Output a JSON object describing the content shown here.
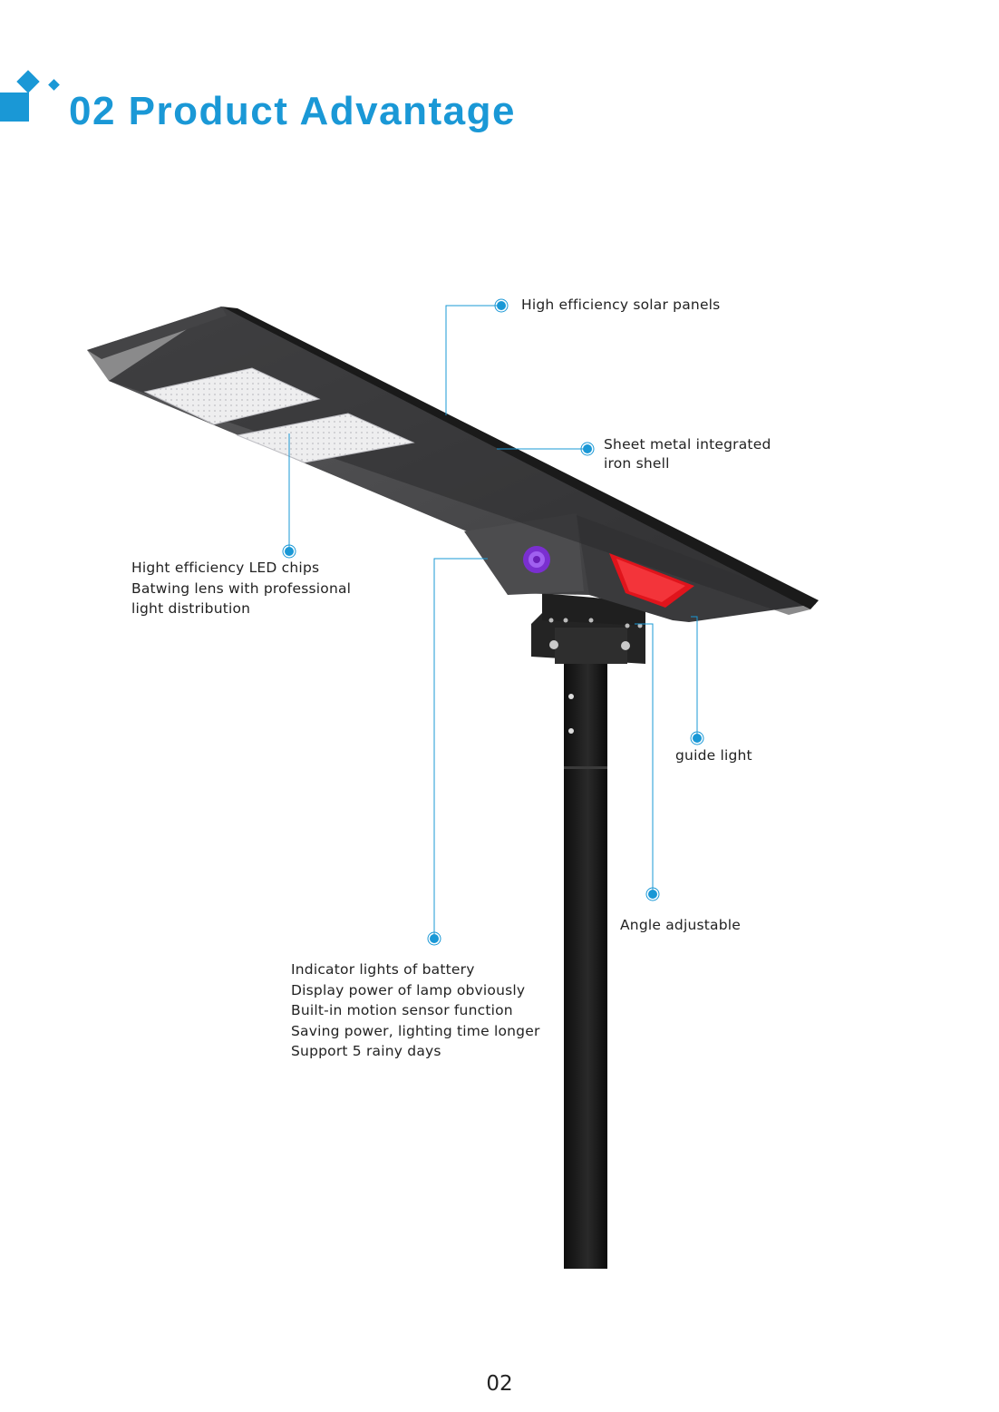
{
  "header": {
    "title": "02  Product Advantage",
    "accent_color": "#1a98d6",
    "logo_icon": "diamond-squares-icon"
  },
  "callouts": {
    "solar_panels": {
      "lines": [
        "High efficiency solar panels"
      ]
    },
    "iron_shell": {
      "lines": [
        "Sheet metal integrated",
        "iron shell"
      ]
    },
    "led_chips": {
      "lines": [
        "Hight efficiency LED chips",
        "Batwing lens with professional",
        "light distribution"
      ]
    },
    "guide_light": {
      "lines": [
        "guide light"
      ]
    },
    "angle": {
      "lines": [
        "Angle adjustable"
      ]
    },
    "battery": {
      "lines": [
        "Indicator lights of battery",
        "Display power of lamp obviously",
        "Built-in motion sensor function",
        "Saving power, lighting time longer",
        "Support 5 rainy days"
      ]
    }
  },
  "illustration": {
    "subject": "solar-street-light-icon",
    "indicator_color": "#8a2be2",
    "guide_light_color": "#e0141c",
    "callout_dot_icon": "target-dot-icon"
  },
  "footer": {
    "page_number": "02"
  }
}
